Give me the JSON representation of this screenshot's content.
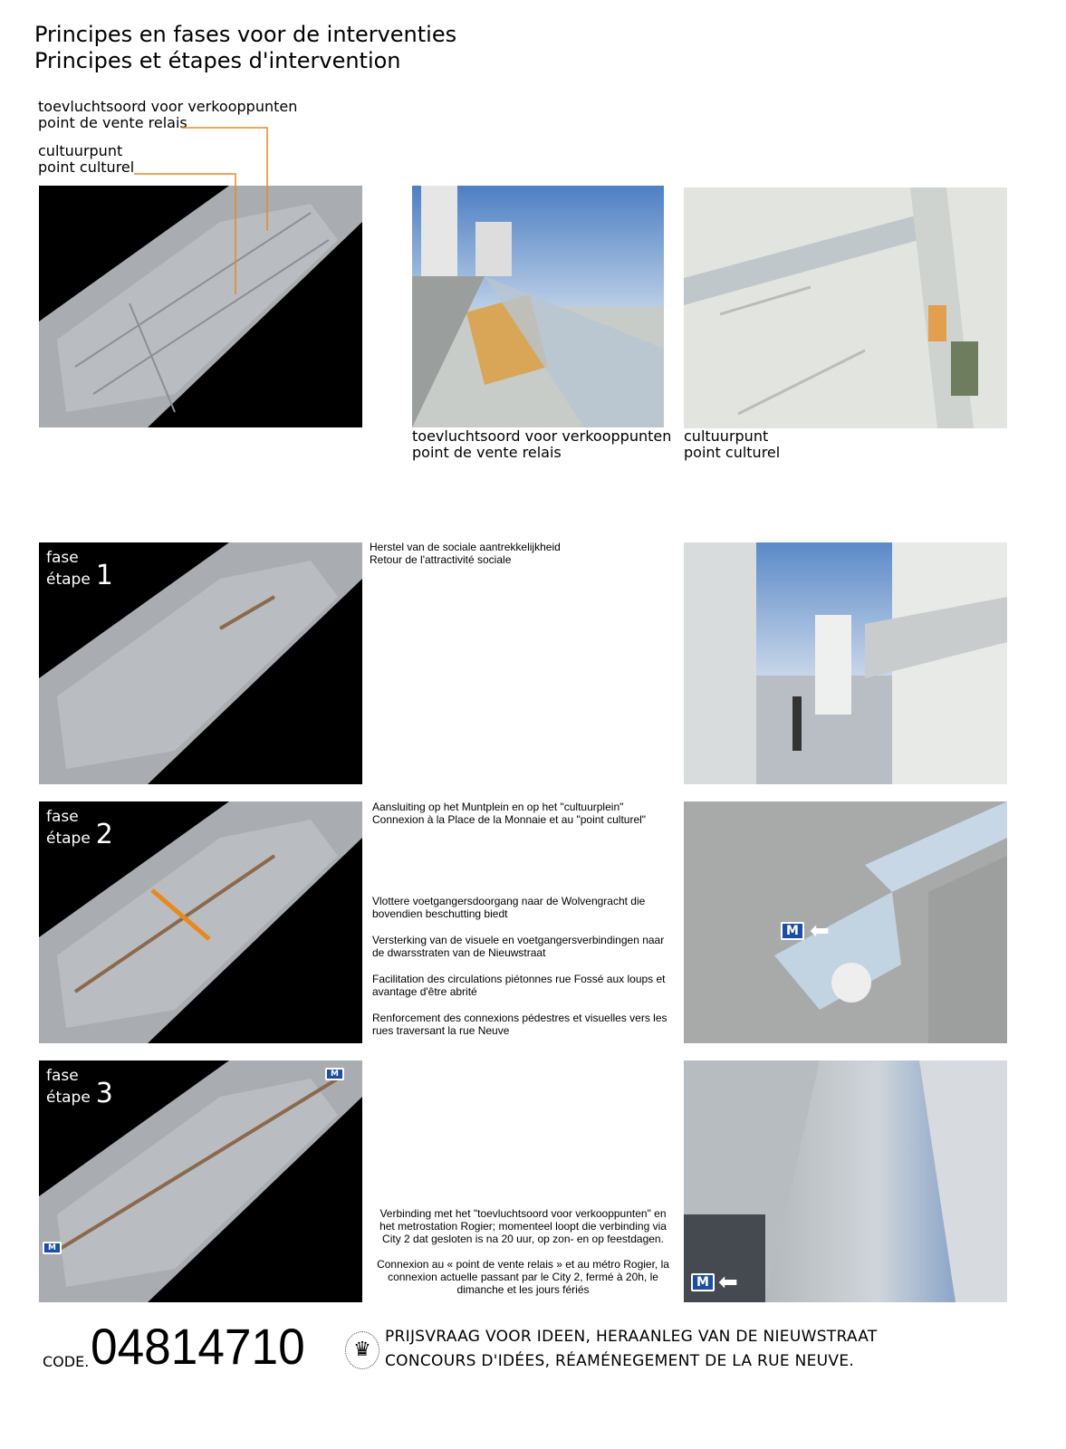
{
  "title": {
    "nl": "Principes en fases voor de interventies",
    "fr": "Principes et étapes d'intervention"
  },
  "labels": {
    "relay_nl": "toevluchtsoord voor verkooppunten",
    "relay_fr": "point de vente relais",
    "culture_nl": "cultuurpunt",
    "culture_fr": "point culturel"
  },
  "phases": [
    {
      "fase": "fase",
      "etape": "étape",
      "num": "1",
      "texts": [
        "Herstel van de sociale aantrekkelijkheid",
        "Retour de l'attractivité sociale"
      ]
    },
    {
      "fase": "fase",
      "etape": "étape",
      "num": "2",
      "texts": [
        "Aansluiting op het Muntplein en op het \"cultuurplein\"",
        "Connexion à la Place de la Monnaie et au \"point culturel\"",
        "Vlottere voetgangersdoorgang naar de Wolvengracht die bovendien beschutting biedt",
        "Versterking van de visuele en voetgangersverbindingen naar de dwarsstraten van de Nieuwstraat",
        "Facilitation des circulations piétonnes rue Fossé aux loups et avantage d'être abrité",
        "Renforcement des connexions pédestres et visuelles vers les rues traversant la rue Neuve"
      ]
    },
    {
      "fase": "fase",
      "etape": "étape",
      "num": "3",
      "texts": [
        "Verbinding met het \"toevluchtsoord voor verkooppunten\" en het metrostation Rogier; momenteel loopt die verbinding via City 2 dat gesloten is na 20 uur, op zon- en op feestdagen.",
        "Connexion au « point de vente relais » et au métro Rogier, la connexion actuelle passant par le City 2, fermé à 20h, le dimanche et les jours fériés"
      ]
    }
  ],
  "metro_label": "M",
  "footer": {
    "code_label": "CODE.",
    "code": "04814710",
    "line_nl": "PRIJSVRAAG VOOR IDEEN, HERAANLEG VAN DE NIEUWSTRAAT",
    "line_fr": "CONCOURS D'IDÉES, RÉAMÉNEGEMENT DE LA RUE NEUVE.",
    "emblem_text": "VILLE DE BRUXELLES STAD BRUSSEL"
  },
  "colors": {
    "accent": "#e8891e",
    "metro": "#1a4fa3"
  }
}
